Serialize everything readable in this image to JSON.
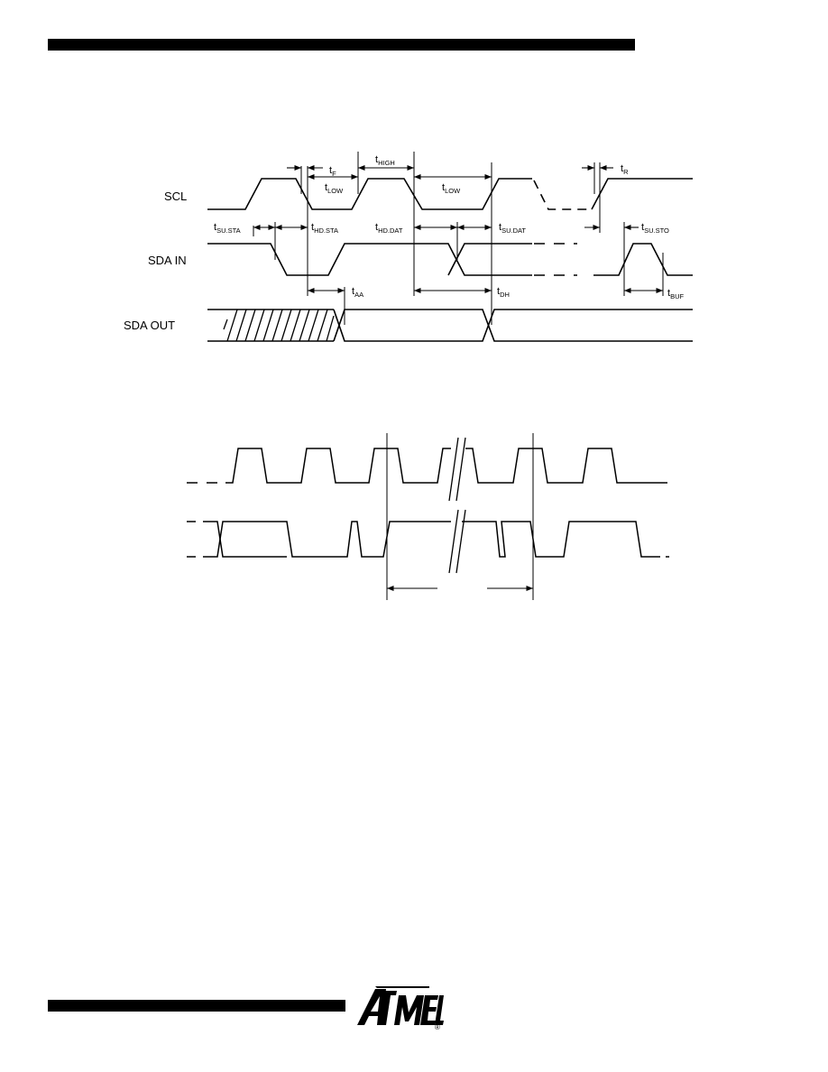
{
  "signals": {
    "scl": "SCL",
    "sda_in": "SDA IN",
    "sda_out": "SDA OUT"
  },
  "timing": {
    "t_f": {
      "t": "t",
      "sub": "F"
    },
    "t_high": {
      "t": "t",
      "sub": "HIGH"
    },
    "t_r": {
      "t": "t",
      "sub": "R"
    },
    "t_low_1": {
      "t": "t",
      "sub": "LOW"
    },
    "t_low_2": {
      "t": "t",
      "sub": "LOW"
    },
    "t_su_sta": {
      "t": "t",
      "sub": "SU.STA"
    },
    "t_hd_sta": {
      "t": "t",
      "sub": "HD.STA"
    },
    "t_hd_dat": {
      "t": "t",
      "sub": "HD.DAT"
    },
    "t_su_dat": {
      "t": "t",
      "sub": "SU.DAT"
    },
    "t_su_sto": {
      "t": "t",
      "sub": "SU.STO"
    },
    "t_aa": {
      "t": "t",
      "sub": "AA"
    },
    "t_dh": {
      "t": "t",
      "sub": "DH"
    },
    "t_buf": {
      "t": "t",
      "sub": "BUF"
    }
  },
  "logo": {
    "text": "ATMEL",
    "registered": "®"
  }
}
